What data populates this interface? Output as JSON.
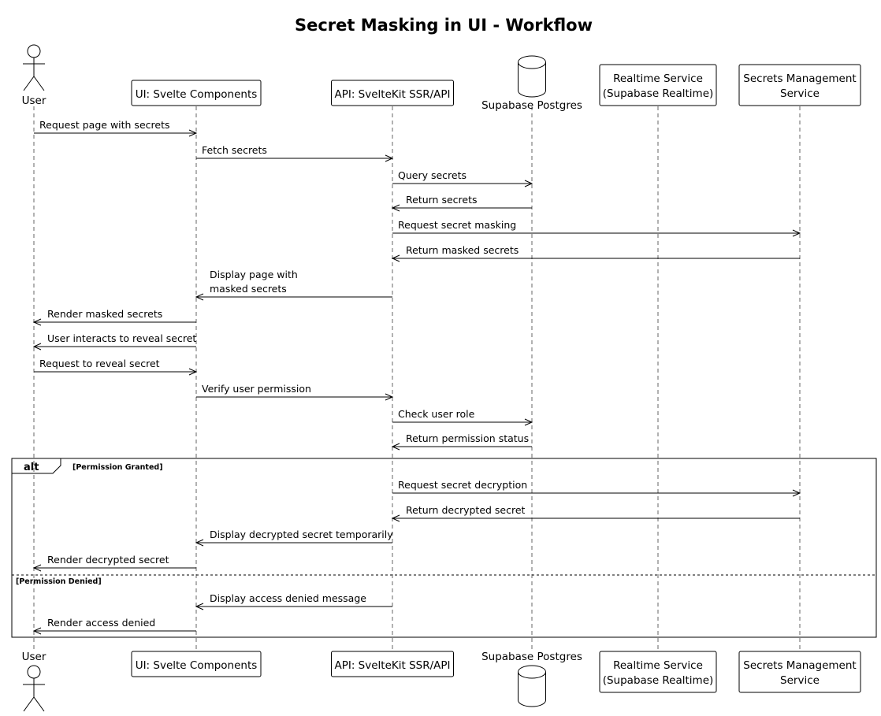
{
  "title": "Secret Masking in UI - Workflow",
  "participants": [
    {
      "id": "user",
      "kind": "actor",
      "lines": [
        "User"
      ]
    },
    {
      "id": "ui",
      "kind": "box",
      "lines": [
        "UI: Svelte Components"
      ]
    },
    {
      "id": "api",
      "kind": "box",
      "lines": [
        "API: SvelteKit SSR/API"
      ]
    },
    {
      "id": "db",
      "kind": "database",
      "lines": [
        "Supabase Postgres"
      ]
    },
    {
      "id": "rt",
      "kind": "box",
      "lines": [
        "Realtime Service",
        "(Supabase Realtime)"
      ]
    },
    {
      "id": "sm",
      "kind": "box",
      "lines": [
        "Secrets Management",
        "Service"
      ]
    }
  ],
  "messages": [
    {
      "from": "user",
      "to": "ui",
      "lines": [
        "Request page with secrets"
      ]
    },
    {
      "from": "ui",
      "to": "api",
      "lines": [
        "Fetch secrets"
      ]
    },
    {
      "from": "api",
      "to": "db",
      "lines": [
        "Query secrets"
      ]
    },
    {
      "from": "db",
      "to": "api",
      "lines": [
        "Return secrets"
      ]
    },
    {
      "from": "api",
      "to": "sm",
      "lines": [
        "Request secret masking"
      ]
    },
    {
      "from": "sm",
      "to": "api",
      "lines": [
        "Return masked secrets"
      ]
    },
    {
      "from": "api",
      "to": "ui",
      "lines": [
        "Display page with",
        "masked secrets"
      ]
    },
    {
      "from": "ui",
      "to": "user",
      "lines": [
        "Render masked secrets"
      ]
    },
    {
      "from": "ui",
      "to": "user",
      "lines": [
        "User interacts to reveal secret"
      ]
    },
    {
      "from": "user",
      "to": "ui",
      "lines": [
        "Request to reveal secret"
      ]
    },
    {
      "from": "ui",
      "to": "api",
      "lines": [
        "Verify user permission"
      ]
    },
    {
      "from": "api",
      "to": "db",
      "lines": [
        "Check user role"
      ]
    },
    {
      "from": "db",
      "to": "api",
      "lines": [
        "Return permission status"
      ]
    },
    {
      "from": "api",
      "to": "sm",
      "lines": [
        "Request secret decryption"
      ]
    },
    {
      "from": "sm",
      "to": "api",
      "lines": [
        "Return decrypted secret"
      ]
    },
    {
      "from": "api",
      "to": "ui",
      "lines": [
        "Display decrypted secret temporarily"
      ]
    },
    {
      "from": "ui",
      "to": "user",
      "lines": [
        "Render decrypted secret"
      ]
    },
    {
      "from": "api",
      "to": "ui",
      "lines": [
        "Display access denied message"
      ]
    },
    {
      "from": "ui",
      "to": "user",
      "lines": [
        "Render access denied"
      ]
    }
  ],
  "fragment": {
    "operator": "alt",
    "sections": [
      {
        "guard": "[Permission Granted]"
      },
      {
        "guard": "[Permission Denied]"
      }
    ]
  }
}
